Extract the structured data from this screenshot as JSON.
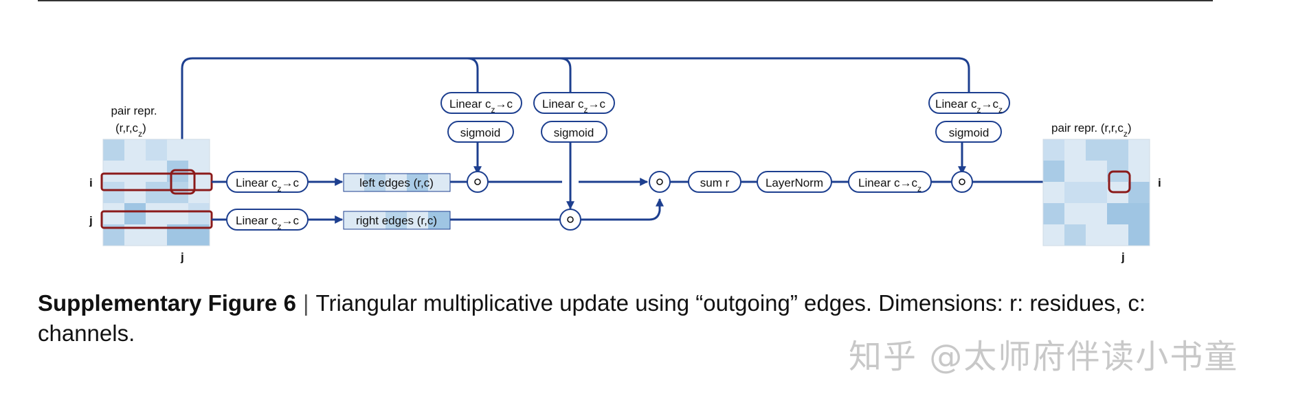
{
  "colors": {
    "flow": "#1d3f8f",
    "highlight": "#8b1a1a",
    "tile_light": "#dce9f4",
    "tile_mid": "#b8d4ea",
    "tile_dark": "#8fbcdf"
  },
  "icons": {
    "op": "elementwise-multiply-circle"
  },
  "left_matrix": {
    "label_line1": "pair repr.",
    "label_line2": "(r,r,c",
    "label_sub": "z",
    "label_close": ")",
    "row_i": "i",
    "row_j": "j",
    "col_j": "j"
  },
  "right_matrix": {
    "label": "pair repr. (r,r,c",
    "label_sub": "z",
    "label_close": ")",
    "row_i": "i",
    "col_j": "j"
  },
  "nodes": {
    "linear_left": {
      "pre": "Linear c",
      "sub": "z",
      "post": "→c"
    },
    "linear_right": {
      "pre": "Linear c",
      "sub": "z",
      "post": "→c"
    },
    "left_edges": "left edges (r,c)",
    "right_edges": "right edges (r,c)",
    "gate1_linear": {
      "pre": "Linear c",
      "sub": "z",
      "post": "→c"
    },
    "gate1_sigmoid": "sigmoid",
    "gate2_linear": {
      "pre": "Linear c",
      "sub": "z",
      "post": "→c"
    },
    "gate2_sigmoid": "sigmoid",
    "gate3_linear": {
      "pre": "Linear c",
      "sub": "z",
      "mid": "→c",
      "sub2": "z"
    },
    "gate3_sigmoid": "sigmoid",
    "sum_r": "sum r",
    "layernorm": "LayerNorm",
    "linear_out": {
      "pre": "Linear c→c",
      "sub": "z"
    }
  },
  "caption": {
    "title": "Supplementary Figure 6",
    "separator": "|",
    "text": "Triangular multiplicative update using “outgoing” edges.  Dimensions: r: residues, c: channels."
  },
  "watermark": "知乎 @太师府伴读小书童"
}
